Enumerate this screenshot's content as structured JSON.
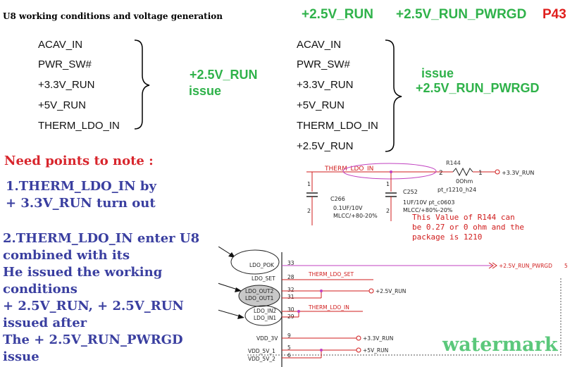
{
  "title": "U8 working conditions and voltage generation",
  "header": {
    "rail_1": "+2.5V_RUN",
    "rail_2": "+2.5V_RUN_PWRGD",
    "page": "P43"
  },
  "group_left": {
    "signals": [
      "ACAV_IN",
      "PWR_SW#",
      "+3.3V_RUN",
      "+5V_RUN",
      "THERM_LDO_IN"
    ],
    "result_line1": "+2.5V_RUN",
    "result_line2": "issue"
  },
  "group_right": {
    "signals": [
      "ACAV_IN",
      "PWR_SW#",
      "+3.3V_RUN",
      "+5V_RUN",
      "THERM_LDO_IN",
      "+2.5V_RUN"
    ],
    "result_line1": "issue",
    "result_line2": "+2.5V_RUN_PWRGD"
  },
  "notes": {
    "title": "Need points to note :",
    "note1": [
      "1.THERM_LDO_IN by",
      "+ 3.3V_RUN turn out"
    ],
    "note2": [
      "2.THERM_LDO_IN enter U8",
      "combined with its",
      "He issued the working",
      "conditions",
      "+ 2.5V_RUN, + 2.5V_RUN",
      "issued after",
      "The + 2.5V_RUN_PWRGD",
      "issue"
    ]
  },
  "schematic_top": {
    "net_therm": "THERM_LDO_IN",
    "ref_r144": "R144",
    "pin_2": "2",
    "pin_1": "1",
    "rail_33": "+3.3V_RUN",
    "r144_value": "0Ohm",
    "r144_pkg": "pt_r1210_h24",
    "c266_ref": "C266",
    "c266_val": "0.1UF/10V",
    "c266_type": "MLCC/+80-20%",
    "c252_ref": "C252",
    "c252_val": "1UF/10V",
    "c252_pkg": "pt_c0603",
    "c252_type": "MLCC/+80%-20%",
    "cap_pin1": "1",
    "cap_pin2": "2",
    "annotation": [
      "This Value of R144 can",
      "be 0.27 or 0 ohm and the",
      "package is 1210"
    ]
  },
  "schematic_u8": {
    "ldo_pok": {
      "name": "LDO_POK",
      "pin": "33",
      "net": "+2.5V_RUN_PWRGD"
    },
    "ldo_set": {
      "name": "LDO_SET",
      "pin": "28",
      "net": "THERM_LDO_SET"
    },
    "ldo_out2": {
      "name": "LDO_OUT2",
      "pin": "32"
    },
    "ldo_out1": {
      "name": "LDO_OUT1",
      "pin": "31"
    },
    "out_net": "+2.5V_RUN",
    "ldo_in2": {
      "name": "LDO_IN2",
      "pin": "30"
    },
    "ldo_in1": {
      "name": "LDO_IN1",
      "pin": "29"
    },
    "in_net": "THERM_LDO_IN",
    "vdd_3v": {
      "name": "VDD_3V",
      "pin": "9",
      "net": "+3.3V_RUN"
    },
    "vdd_5v_1": {
      "name": "VDD_5V_1",
      "pin": "5",
      "net": "+5V_RUN"
    },
    "vdd_5v_2": {
      "name": "VDD_5V_2",
      "pin": "6"
    },
    "page_edge_mark": "5"
  },
  "watermark": "watermark",
  "colors": {
    "green": "#2fb24a",
    "red": "#e0201e",
    "note_blue": "#3a3fa0",
    "schematic_red": "#d01c1c",
    "schematic_magenta": "#c040c0"
  }
}
